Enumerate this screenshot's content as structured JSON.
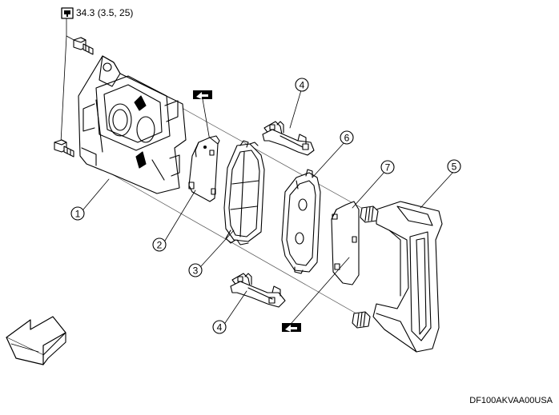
{
  "torque_spec": {
    "icon": "torque-wrench-icon",
    "value": "34.3 (3.5, 25)"
  },
  "callouts": [
    {
      "id": "callout-1",
      "number": "1"
    },
    {
      "id": "callout-2",
      "number": "2"
    },
    {
      "id": "callout-3",
      "number": "3"
    },
    {
      "id": "callout-4-upper",
      "number": "4"
    },
    {
      "id": "callout-4-lower",
      "number": "4"
    },
    {
      "id": "callout-5",
      "number": "5"
    },
    {
      "id": "callout-6",
      "number": "6"
    },
    {
      "id": "callout-7",
      "number": "7"
    }
  ],
  "symbols": {
    "grease": "grease-apply-icon",
    "front": "front-direction-arrow-icon"
  },
  "figure_code": "DF100AKVAA00USA"
}
